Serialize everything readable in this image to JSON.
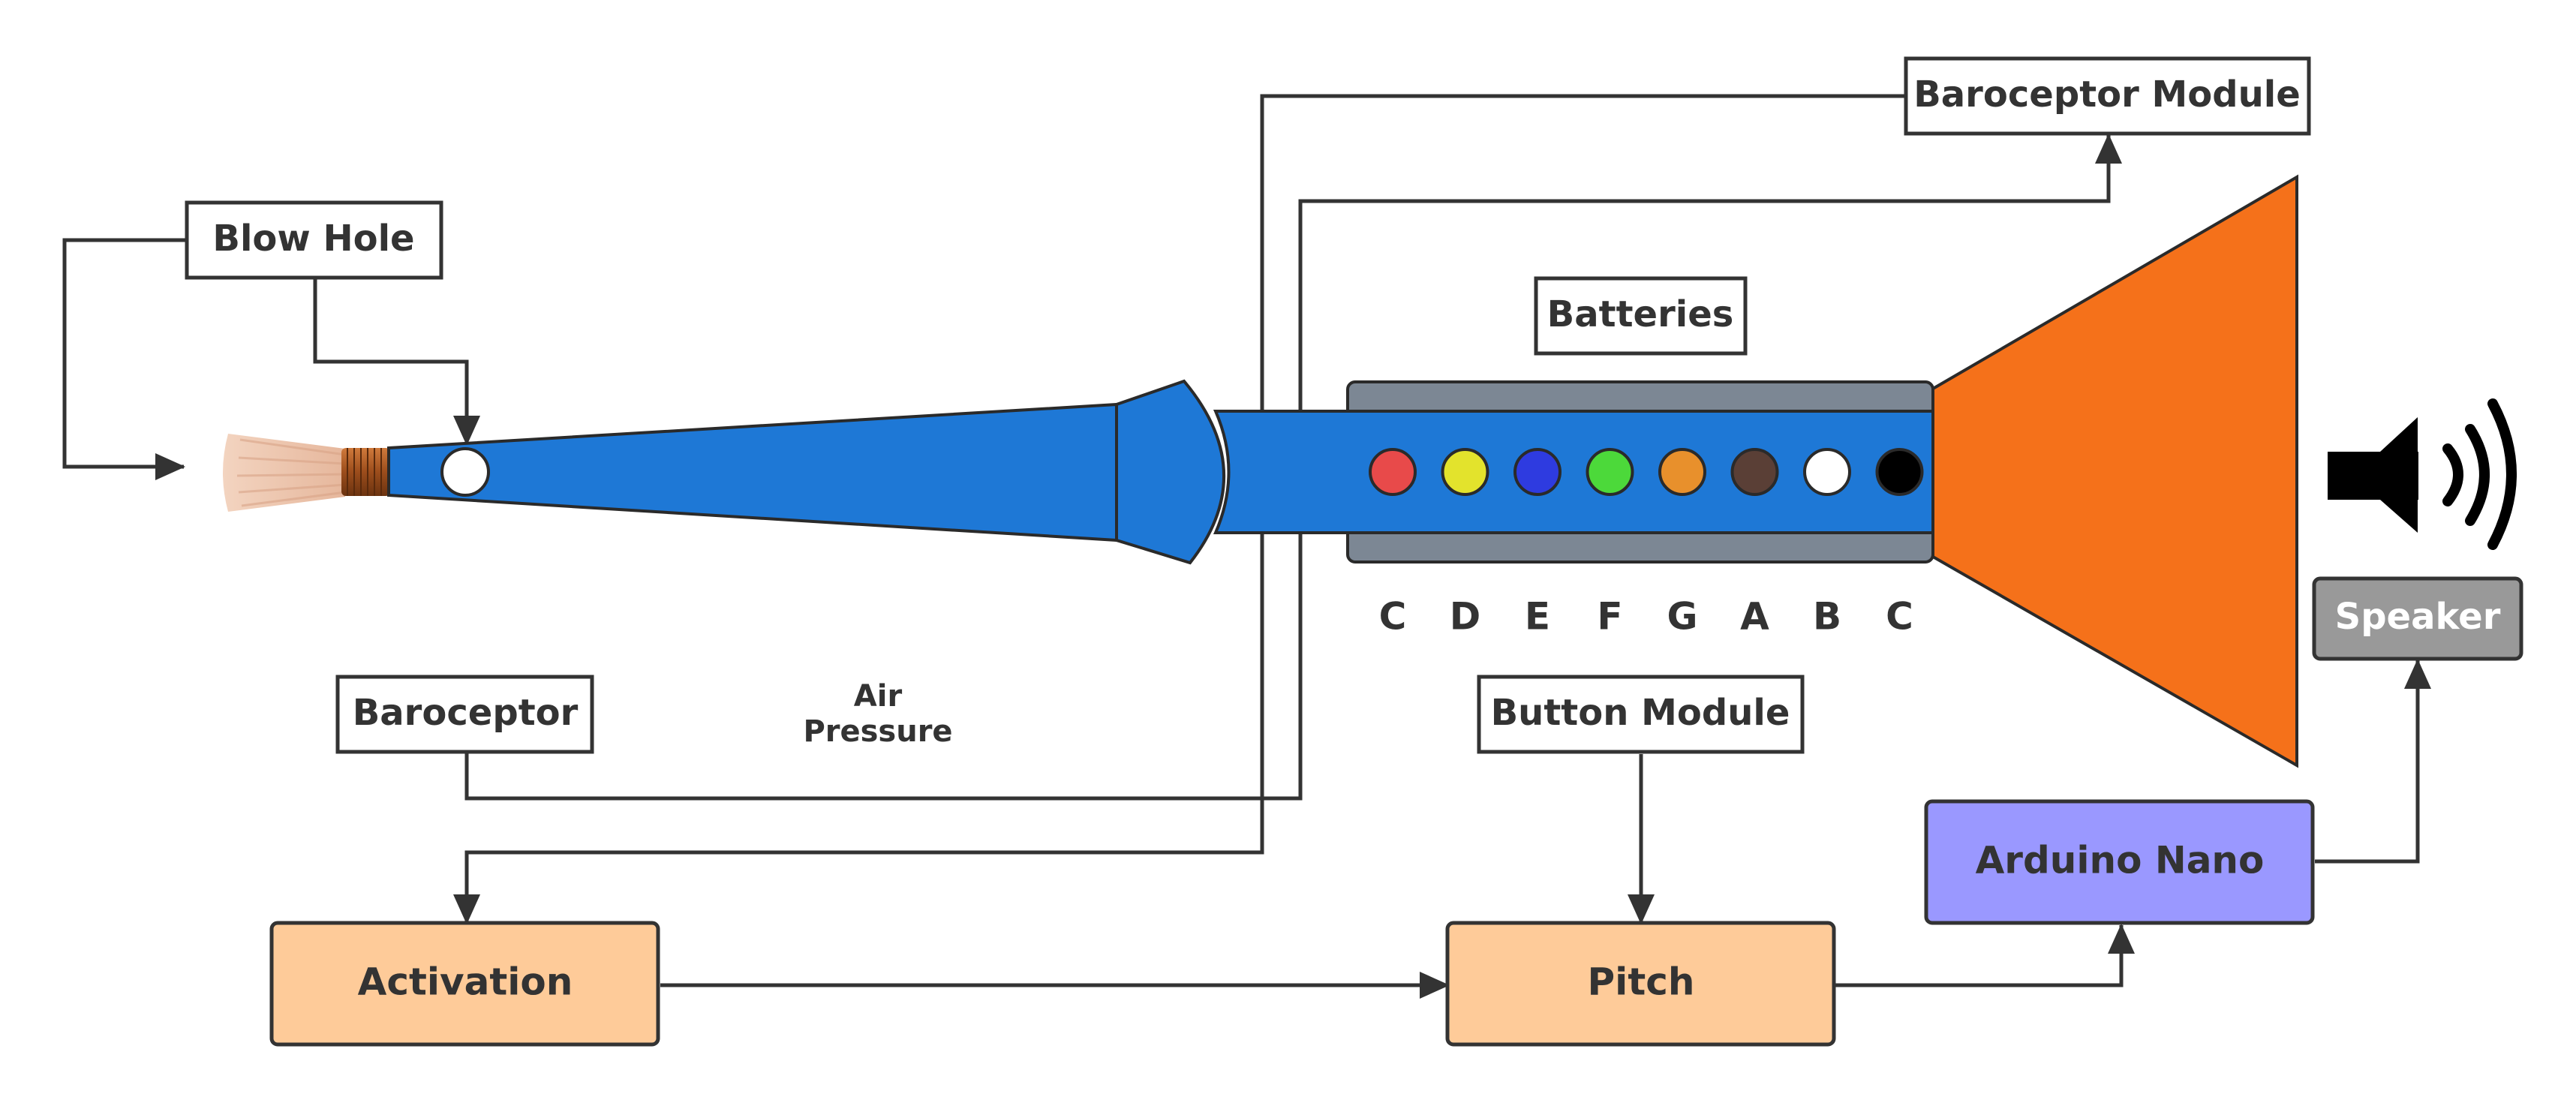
{
  "labels": {
    "blow_hole": "Blow Hole",
    "baroceptor_module": "Baroceptor Module",
    "batteries": "Batteries",
    "baroceptor": "Baroceptor",
    "air_pressure_line1": "Air",
    "air_pressure_line2": "Pressure",
    "button_module": "Button Module",
    "speaker": "Speaker",
    "arduino_nano": "Arduino Nano",
    "activation": "Activation",
    "pitch": "Pitch"
  },
  "notes": [
    {
      "letter": "C",
      "color": "#e84a4a"
    },
    {
      "letter": "D",
      "color": "#e3e32c"
    },
    {
      "letter": "E",
      "color": "#2e3be0"
    },
    {
      "letter": "F",
      "color": "#4cd93a"
    },
    {
      "letter": "G",
      "color": "#e8902c"
    },
    {
      "letter": "A",
      "color": "#5a3f36"
    },
    {
      "letter": "B",
      "color": "#ffffff"
    },
    {
      "letter": "C",
      "color": "#000000"
    }
  ],
  "colors": {
    "instrument_body": "#1e78d6",
    "bell": "#f5711a",
    "battery_case": "#7c8794",
    "orange_box": "#fecb99",
    "arduino_box": "#9a98ff",
    "speaker_box": "#999999",
    "line": "#333333"
  }
}
